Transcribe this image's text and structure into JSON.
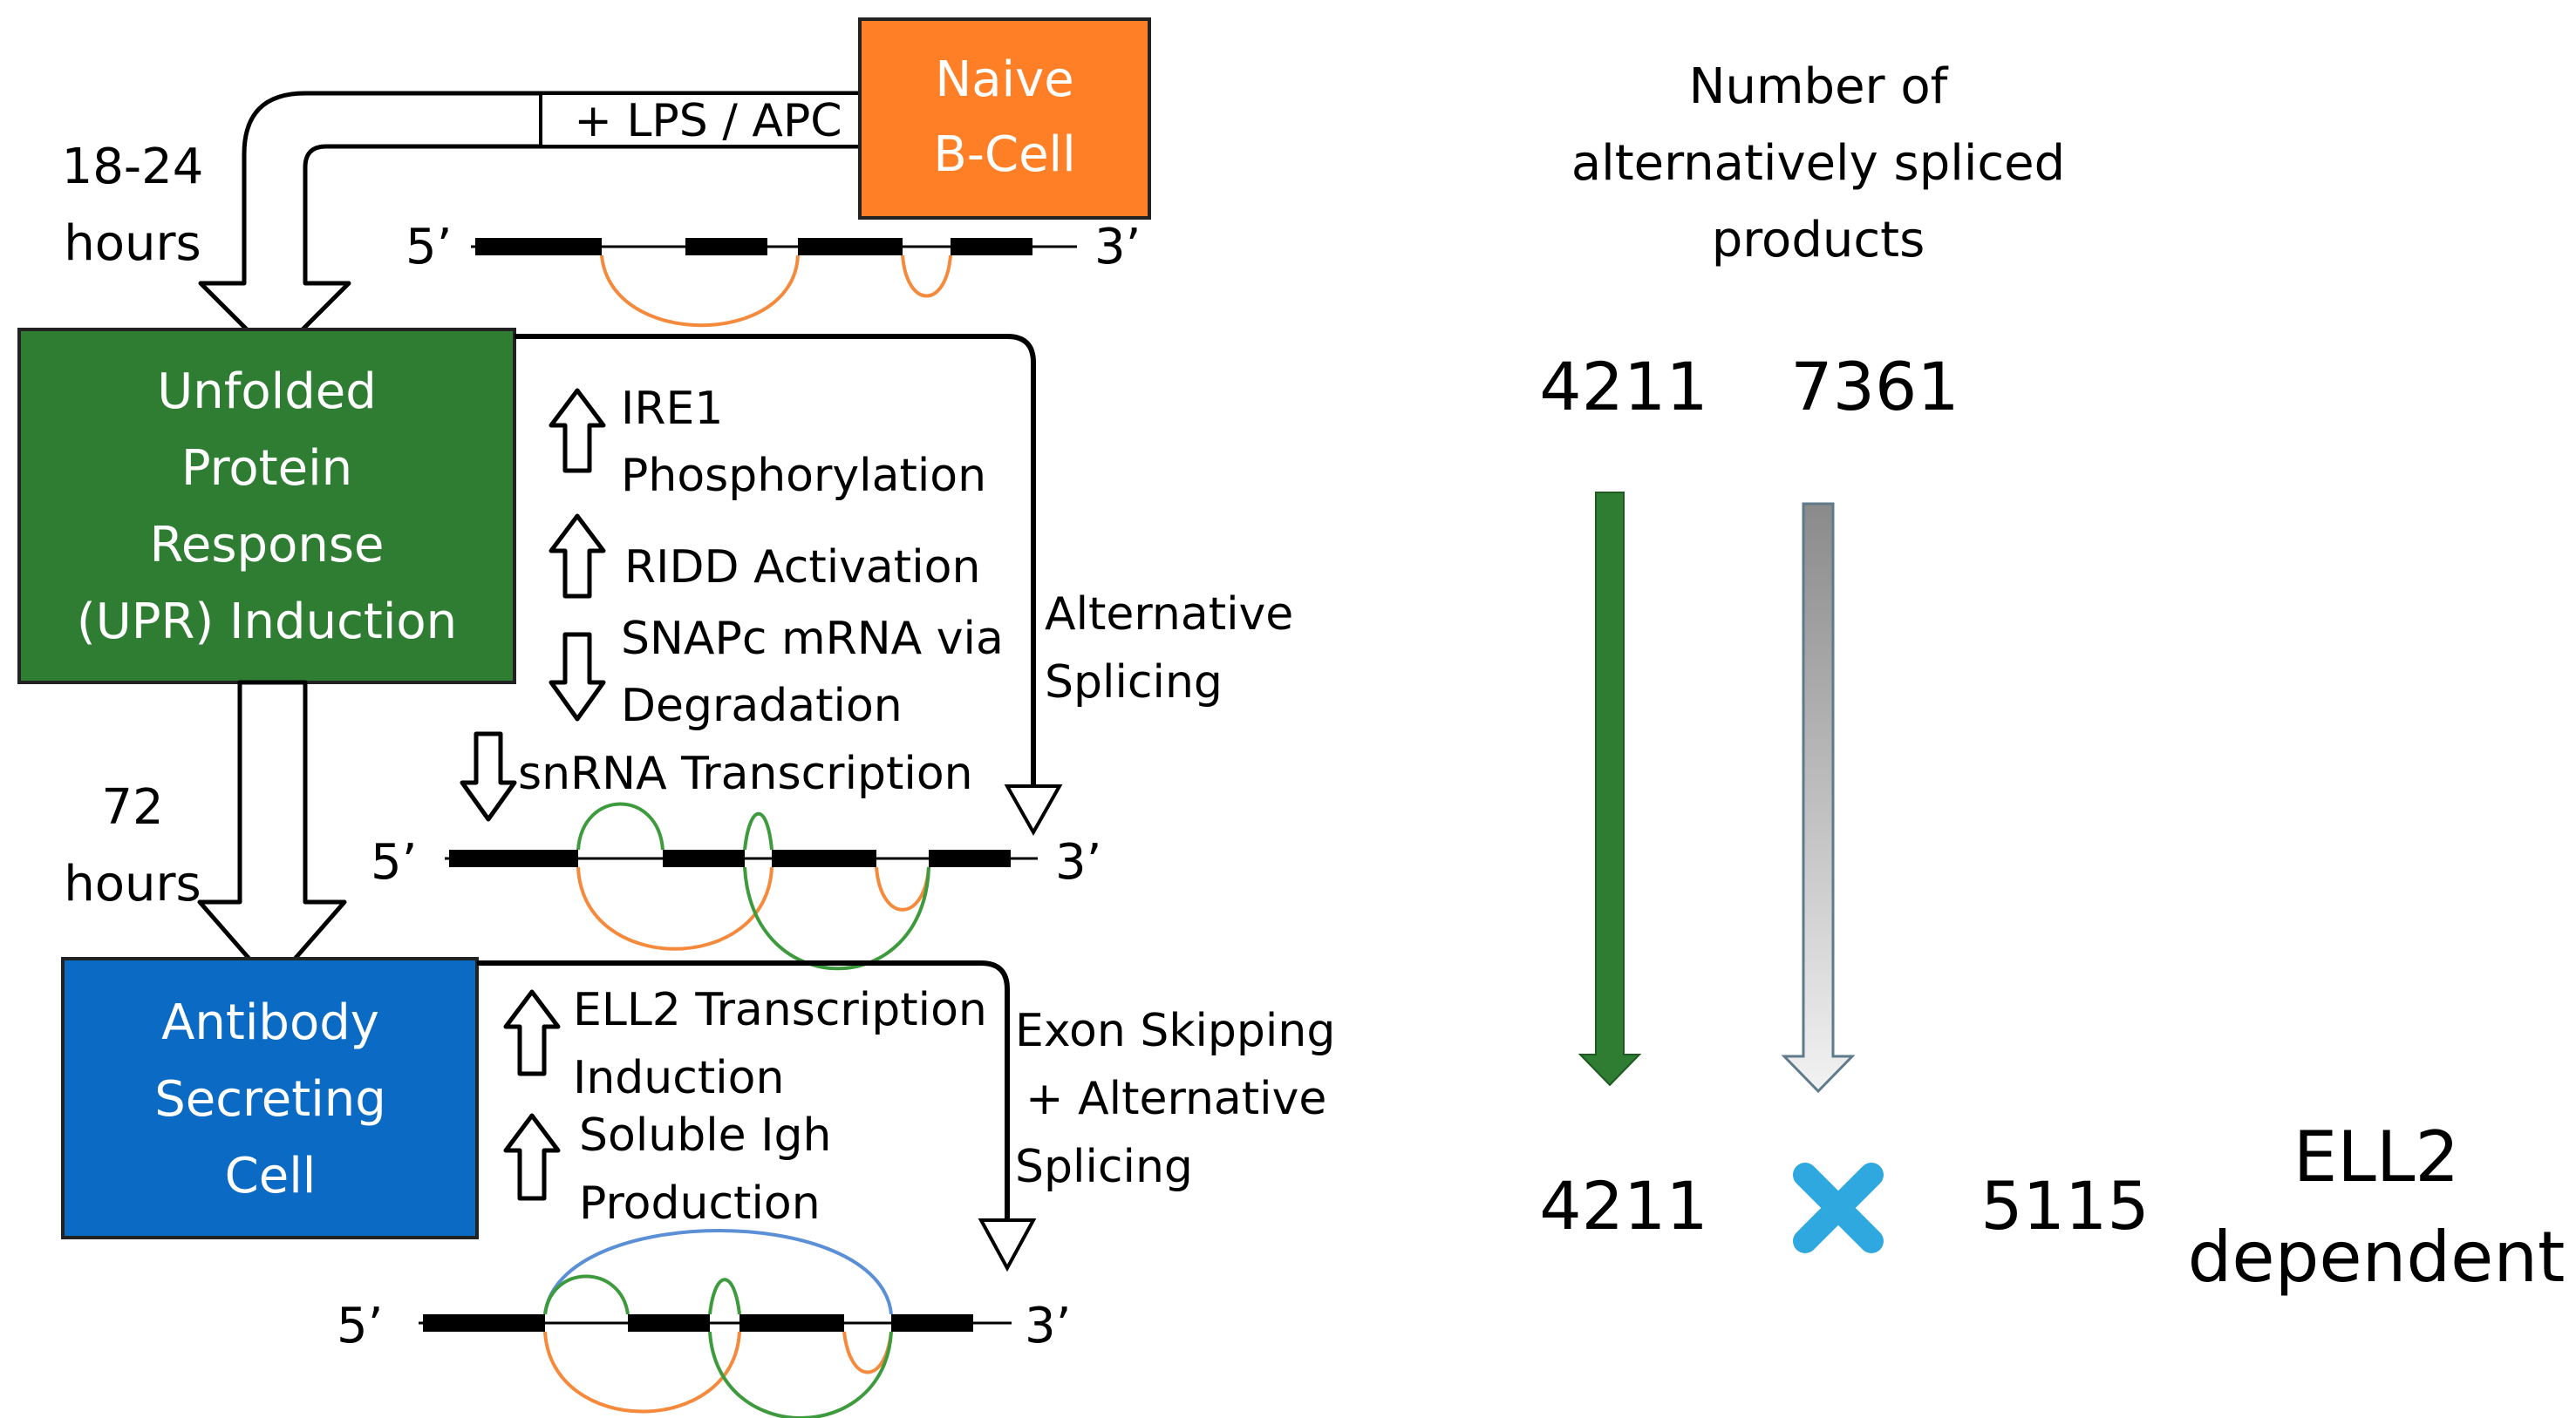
{
  "boxes": {
    "naive": {
      "line1": "Naive",
      "line2": "B-Cell"
    },
    "upr": {
      "line1": "Unfolded",
      "line2": "Protein",
      "line3": "Response",
      "line4": "(UPR) Induction"
    },
    "asc": {
      "line1": "Antibody",
      "line2": "Secreting",
      "line3": "Cell"
    }
  },
  "stimulus_label": "+ LPS / APC",
  "time_labels": {
    "first_line1": "18-24",
    "first_line2": "hours",
    "second_line1": "72",
    "second_line2": "hours"
  },
  "gene_ends": {
    "five_prime": "5’",
    "three_prime": "3’"
  },
  "upr_events": {
    "ire1_line1": "IRE1",
    "ire1_line2": "Phosphorylation",
    "ridd": "RIDD Activation",
    "snapc_line1": "SNAPc mRNA via",
    "snapc_line2": "Degradation",
    "snrna": "snRNA Transcription"
  },
  "upr_outcome": {
    "line1": "Alternative",
    "line2": "Splicing"
  },
  "asc_events": {
    "ell2_line1": "ELL2 Transcription",
    "ell2_line2": "Induction",
    "igh_line1": "Soluble Igh",
    "igh_line2": "Production"
  },
  "asc_outcome": {
    "line1": "Exon Skipping",
    "line2": "+ Alternative",
    "line3": "Splicing"
  },
  "counts": {
    "header_line1": "Number of",
    "header_line2": "alternatively spliced",
    "header_line3": "products",
    "top_left": "4211",
    "top_right": "7361",
    "bottom_left": "4211",
    "bottom_right": "5115",
    "dependency_line1": "ELL2",
    "dependency_line2": "dependent"
  },
  "colors": {
    "naive": "#FF7F27",
    "upr": "#2E7D32",
    "asc": "#0B6BC4",
    "splice_orange": "#F58A3C",
    "splice_green": "#3D9A3D",
    "splice_blue": "#5B8FD6",
    "cross": "#2FA8E0"
  }
}
